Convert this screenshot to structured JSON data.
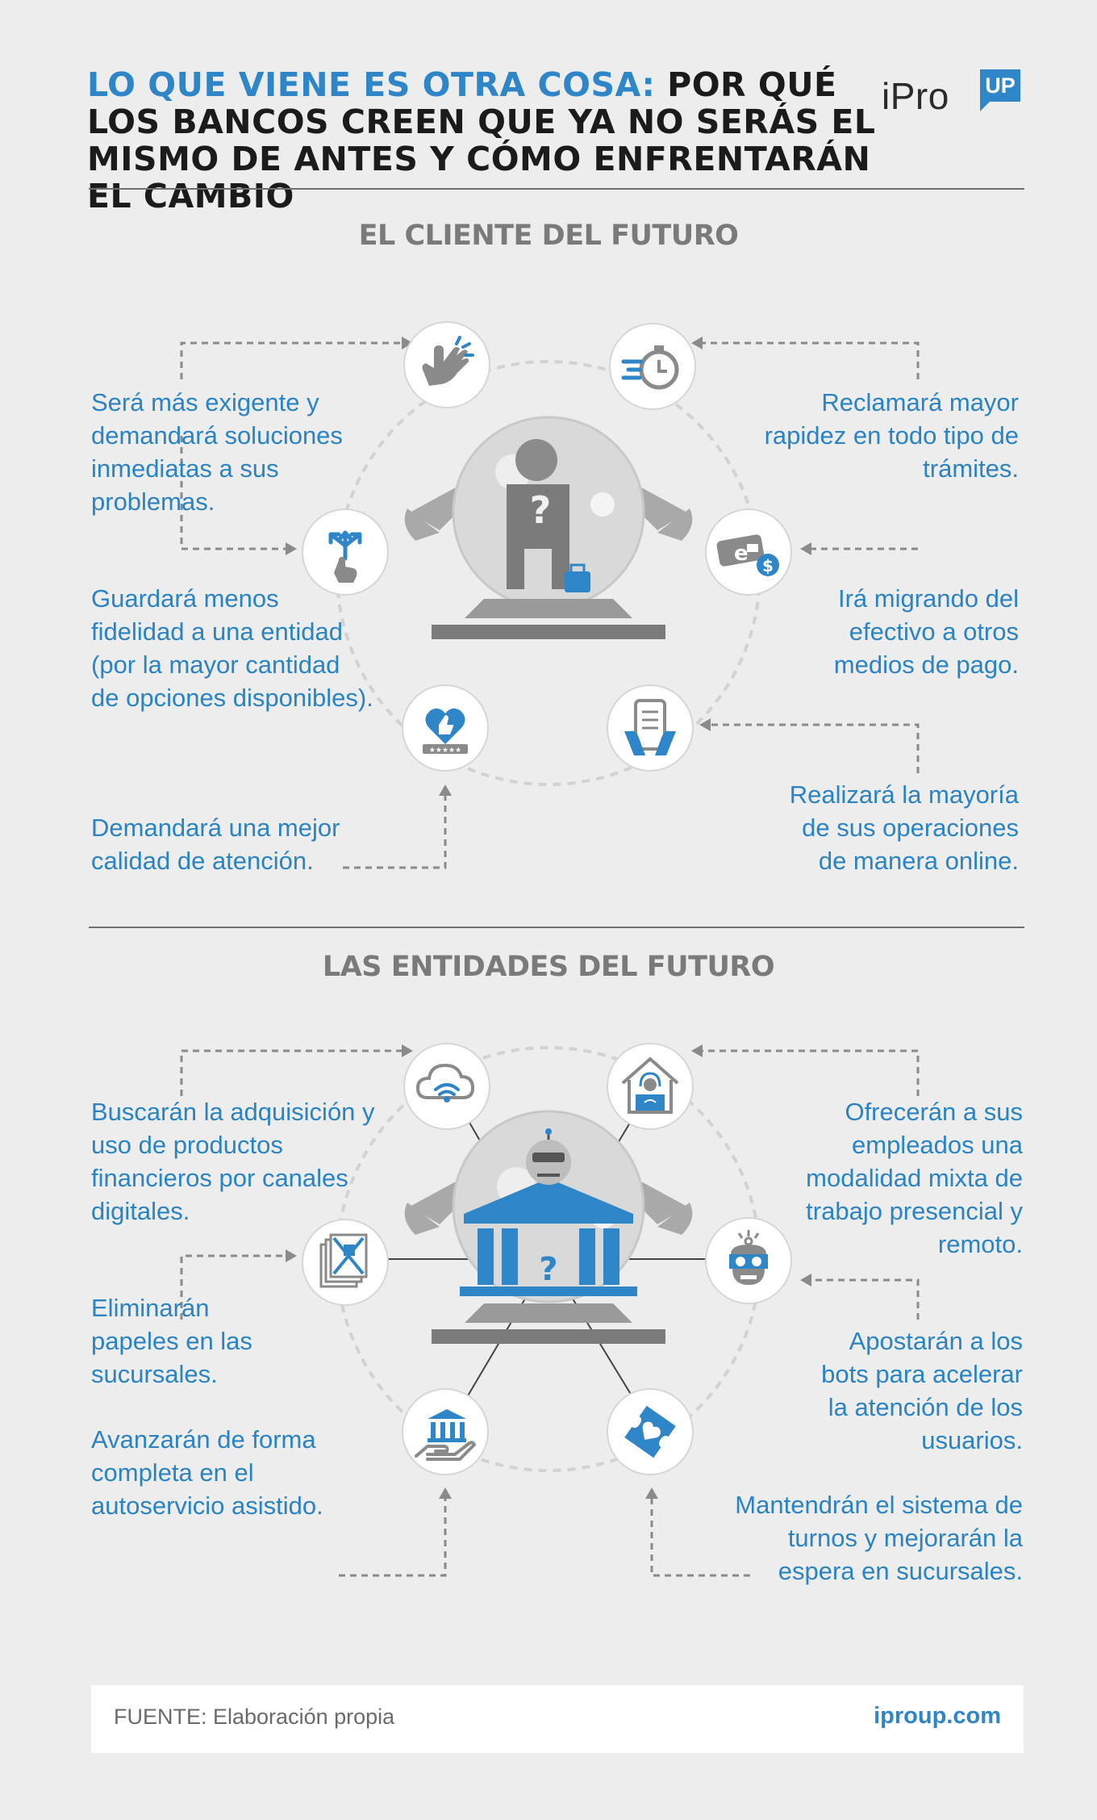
{
  "header": {
    "title_highlight": "LO QUE VIENE ES OTRA COSA:",
    "title_rest": "POR QUÉ LOS BANCOS CREEN QUE YA NO SERÁS EL MISMO DE ANTES Y CÓMO ENFRENTARÁN EL CAMBIO",
    "logo_text": "iPro",
    "logo_badge": "UP"
  },
  "section_client": {
    "title": "EL CLIENTE DEL FUTURO",
    "items": [
      {
        "text": "Será más exigente y demandará soluciones inmediatas a sus problemas.",
        "icon": "pointing-hand-icon"
      },
      {
        "text": "Guardará menos fidelidad a una entidad (por la mayor cantidad de opciones disponibles).",
        "icon": "branching-arrows-icon"
      },
      {
        "text": "Demandará una mejor calidad de atención.",
        "icon": "heart-thumbs-up-rating-icon"
      },
      {
        "text": "Reclamará mayor rapidez en todo tipo de trámites.",
        "icon": "stopwatch-speed-icon"
      },
      {
        "text": "Irá migrando del efectivo a otros medios de pago.",
        "icon": "digital-payment-icon"
      },
      {
        "text": "Realizará la mayoría de sus operaciones de manera online.",
        "icon": "smartphone-hands-icon"
      }
    ]
  },
  "section_entities": {
    "title": "LAS ENTIDADES DEL FUTURO",
    "items": [
      {
        "text": "Buscarán la adquisición y uso de productos financieros por canales digitales.",
        "icon": "cloud-wifi-icon"
      },
      {
        "text": "Eliminarán papeles en las sucursales.",
        "icon": "crossed-papers-icon"
      },
      {
        "text": "Avanzarán de forma completa en el autoservicio asistido.",
        "icon": "bank-hand-icon"
      },
      {
        "text": "Ofrecerán a sus empleados una modalidad mixta de trabajo presencial y remoto.",
        "icon": "home-office-icon"
      },
      {
        "text": "Apostarán a los bots para acelerar la atención de los usuarios.",
        "icon": "bot-icon"
      },
      {
        "text": "Mantendrán el sistema de turnos y mejorarán la espera en sucursales.",
        "icon": "ticket-heart-icon"
      }
    ]
  },
  "footer": {
    "source": "FUENTE: Elaboración propia",
    "url": "iproup.com"
  },
  "colors": {
    "accent": "#2e86c8",
    "text_blue": "#2a83c4",
    "icon_gray": "#7b7b7b",
    "background": "#ededed"
  }
}
